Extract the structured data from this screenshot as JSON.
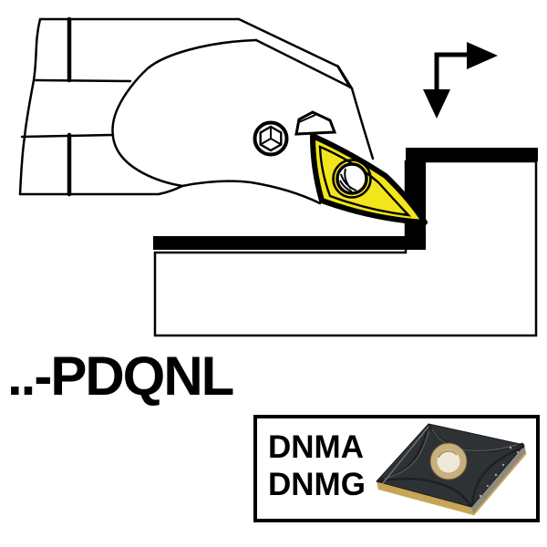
{
  "labels": {
    "holder_code": "..-PDQNL",
    "insert_codes": [
      "DNMA",
      "DNMG"
    ]
  },
  "drawing": {
    "tool_holder": "lathe tool holder, side view with broken shank",
    "insert": "55-degree diamond turning insert, face view",
    "workpiece": "stepped shoulder profile, machined faces shown black",
    "feed_arrow": "down and right feed direction arrows"
  },
  "colors": {
    "background": "#ffffff",
    "line_black": "#000000",
    "insert_yellow": "#F3E51C",
    "photo_top_face": "#2F3235",
    "photo_ridge": "#1E2023",
    "photo_highlight": "#565B60",
    "photo_substrate_gold": "#C7A557",
    "photo_side_gray": "#8E8A80",
    "photo_hole_ring": "#C7B07D",
    "photo_hole_inner": "#EFE9DA"
  }
}
